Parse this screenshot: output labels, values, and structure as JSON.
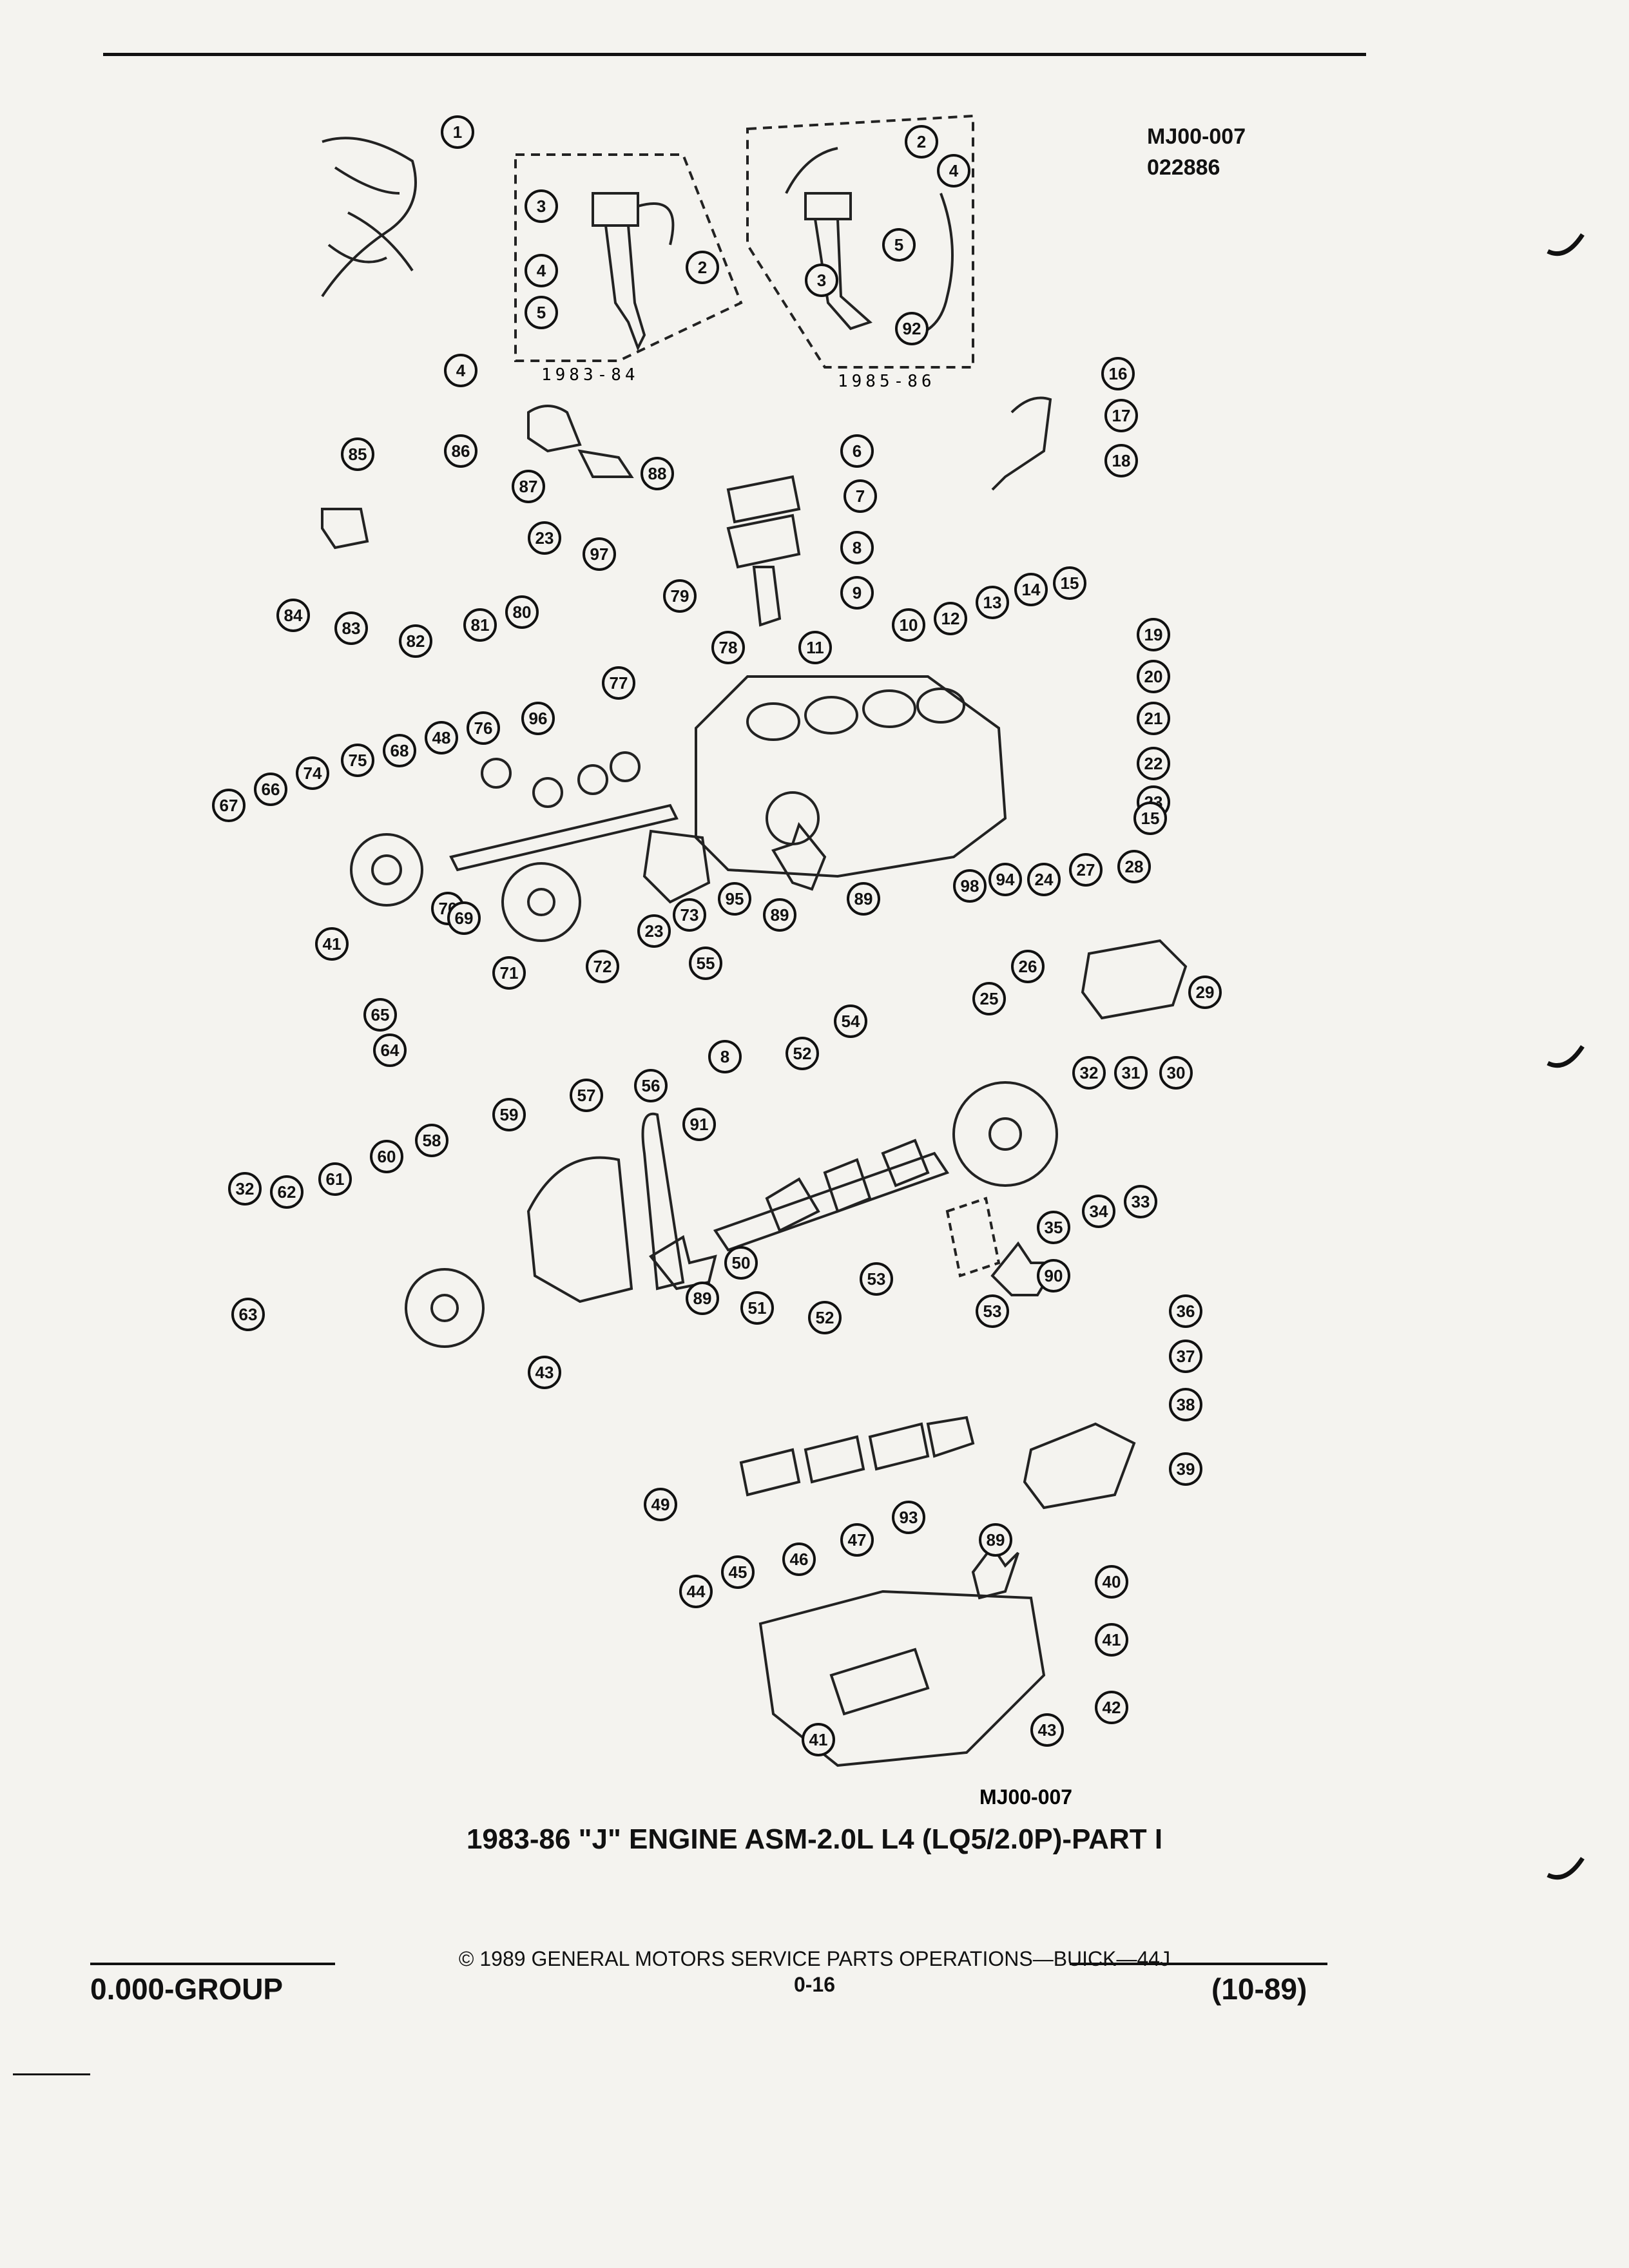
{
  "header": {
    "code": "MJ00-007",
    "date": "022886"
  },
  "figure_code": "MJ00-007",
  "caption": "1983-86 \"J\" ENGINE ASM-2.0L L4 (LQ5/2.0P)-PART I",
  "insets": {
    "left_year": "1983-84",
    "right_year": "1985-86"
  },
  "footer": {
    "group": "0.000-GROUP",
    "copyright": "© 1989 GENERAL MOTORS SERVICE PARTS OPERATIONS—BUICK—44J",
    "page": "0-16",
    "date": "(10-89)"
  },
  "callouts": [
    "1",
    "3",
    "4",
    "5",
    "2",
    "2",
    "4",
    "3",
    "5",
    "92",
    "16",
    "17",
    "18",
    "4",
    "86",
    "87",
    "85",
    "84",
    "83",
    "88",
    "23",
    "97",
    "6",
    "7",
    "8",
    "9",
    "80",
    "81",
    "82",
    "79",
    "78",
    "10",
    "11",
    "12",
    "13",
    "14",
    "15",
    "19",
    "20",
    "21",
    "22",
    "23",
    "15",
    "77",
    "96",
    "76",
    "67",
    "66",
    "74",
    "75",
    "68",
    "48",
    "70",
    "71",
    "72",
    "23",
    "73",
    "95",
    "89",
    "89",
    "98",
    "94",
    "24",
    "27",
    "28",
    "69",
    "41",
    "65",
    "64",
    "55",
    "54",
    "8",
    "26",
    "25",
    "29",
    "32",
    "31",
    "30",
    "52",
    "59",
    "57",
    "56",
    "58",
    "91",
    "50",
    "51",
    "62",
    "61",
    "60",
    "32",
    "63",
    "43",
    "89",
    "35",
    "34",
    "33",
    "90",
    "53",
    "53",
    "52",
    "36",
    "37",
    "38",
    "39",
    "49",
    "93",
    "47",
    "89",
    "46",
    "45",
    "44",
    "40",
    "41",
    "42",
    "43",
    "41"
  ]
}
